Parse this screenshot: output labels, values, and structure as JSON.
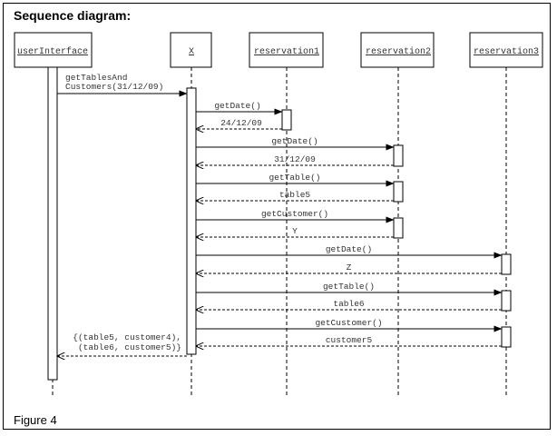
{
  "heading": "Sequence diagram:",
  "caption": "Figure 4",
  "participants": [
    {
      "id": "ui",
      "name": "userInterface"
    },
    {
      "id": "x",
      "name": "X"
    },
    {
      "id": "r1",
      "name": "reservation1"
    },
    {
      "id": "r2",
      "name": "reservation2"
    },
    {
      "id": "r3",
      "name": "reservation3"
    }
  ],
  "messages": [
    {
      "from": "ui",
      "to": "x",
      "kind": "call",
      "text": [
        "getTablesAnd",
        "Customers(31/12/09)"
      ]
    },
    {
      "from": "x",
      "to": "r1",
      "kind": "call",
      "text": [
        "getDate()"
      ]
    },
    {
      "from": "r1",
      "to": "x",
      "kind": "return",
      "text": [
        "24/12/09"
      ]
    },
    {
      "from": "x",
      "to": "r2",
      "kind": "call",
      "text": [
        "getDate()"
      ]
    },
    {
      "from": "r2",
      "to": "x",
      "kind": "return",
      "text": [
        "31/12/09"
      ]
    },
    {
      "from": "x",
      "to": "r2",
      "kind": "call",
      "text": [
        "getTable()"
      ]
    },
    {
      "from": "r2",
      "to": "x",
      "kind": "return",
      "text": [
        "table5"
      ]
    },
    {
      "from": "x",
      "to": "r2",
      "kind": "call",
      "text": [
        "getCustomer()"
      ]
    },
    {
      "from": "r2",
      "to": "x",
      "kind": "return",
      "text": [
        "Y"
      ]
    },
    {
      "from": "x",
      "to": "r3",
      "kind": "call",
      "text": [
        "getDate()"
      ]
    },
    {
      "from": "r3",
      "to": "x",
      "kind": "return",
      "text": [
        "Z"
      ]
    },
    {
      "from": "x",
      "to": "r3",
      "kind": "call",
      "text": [
        "getTable()"
      ]
    },
    {
      "from": "r3",
      "to": "x",
      "kind": "return",
      "text": [
        "table6"
      ]
    },
    {
      "from": "x",
      "to": "r3",
      "kind": "call",
      "text": [
        "getCustomer()"
      ]
    },
    {
      "from": "r3",
      "to": "x",
      "kind": "return",
      "text": [
        "customer5"
      ]
    },
    {
      "from": "x",
      "to": "ui",
      "kind": "return",
      "text": [
        "{(table5, customer4),",
        "(table6, customer5)}"
      ]
    }
  ]
}
